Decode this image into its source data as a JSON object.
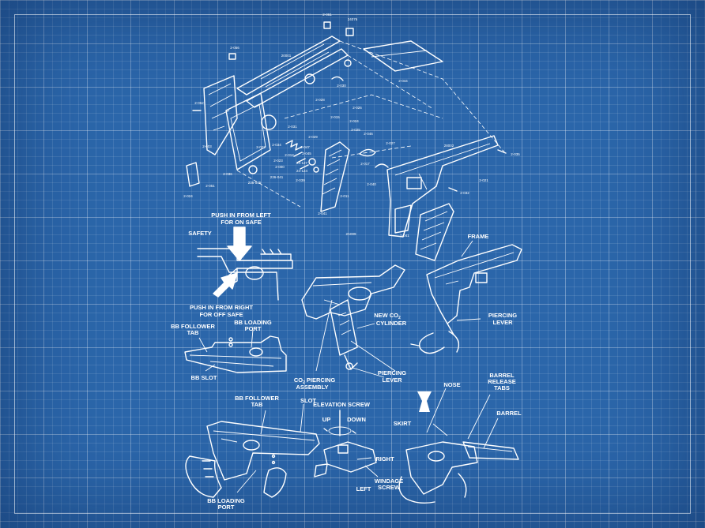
{
  "labels": {
    "push_left_1": "PUSH IN FROM LEFT",
    "push_left_2": "FOR ON SAFE",
    "safety": "SAFETY",
    "push_right_1": "PUSH IN FROM RIGHT",
    "push_right_2": "FOR OFF SAFE",
    "bb_follower_tab_1": "BB FOLLOWER",
    "bb_follower_tab_2": "TAB",
    "bb_loading_port_1": "BB LOADING",
    "bb_loading_port_2": "PORT",
    "bb_slot": "BB SLOT",
    "new_co2_1": "NEW CO",
    "new_co2_sub": "2",
    "new_co2_2": "CYLINDER",
    "co2_piercing_1": "CO",
    "co2_piercing_sub": "2",
    "co2_piercing_1b": " PIERCING",
    "co2_piercing_2": "ASSEMBLY",
    "piercing_lever_1": "PIERCING",
    "piercing_lever_2": "LEVER",
    "frame": "FRAME",
    "frame_piercing_lever_1": "PIERCING",
    "frame_piercing_lever_2": "LEVER",
    "nose": "NOSE",
    "barrel_release_1": "BARREL",
    "barrel_release_2": "RELEASE",
    "barrel_release_3": "TABS",
    "barrel": "BARREL",
    "skirt": "SKIRT",
    "bb_follower_tab2_1": "BB FOLLOWER",
    "bb_follower_tab2_2": "TAB",
    "slot": "SLOT",
    "elevation_screw": "ELEVATION SCREW",
    "up": "UP",
    "down": "DOWN",
    "right": "RIGHT",
    "left": "LEFT",
    "windage_1": "WINDAGE",
    "windage_2": "SCREW",
    "bb_loading_port2_1": "BB LOADING",
    "bb_loading_port2_2": "PORT"
  },
  "part_numbers": [
    "2-061",
    "24076",
    "2-056",
    "20001",
    "2-030",
    "2-044",
    "2-028",
    "2-062",
    "2-026",
    "2-003",
    "2-031",
    "2-024",
    "2-025",
    "2-022",
    "2-034",
    "2-015",
    "2-027",
    "2-046",
    "2-023",
    "2-036",
    "2-040",
    "2-029",
    "28002",
    "2-035",
    "2-021",
    "2-041",
    "2-032",
    "2-051",
    "2-024",
    "2-011",
    "2-000",
    "2-047",
    "2-045",
    "24-127",
    "24-124",
    "2-012",
    "2-017",
    "236-045",
    "236-041",
    "2-039",
    "2A009",
    "2-041"
  ]
}
